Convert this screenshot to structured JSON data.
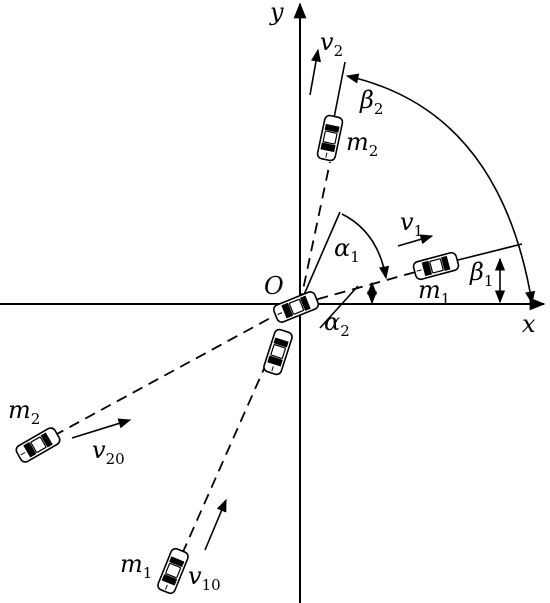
{
  "labels": {
    "x_axis": "x",
    "y_axis": "y",
    "origin": "O",
    "alpha1": {
      "sym": "α",
      "sub": "1"
    },
    "alpha2": {
      "sym": "α",
      "sub": "2"
    },
    "beta1": {
      "sym": "β",
      "sub": "1"
    },
    "beta2": {
      "sym": "β",
      "sub": "2"
    },
    "v1": {
      "sym": "v",
      "sub": "1"
    },
    "v2": {
      "sym": "v",
      "sub": "2"
    },
    "v10": {
      "sym": "v",
      "sub": "10"
    },
    "v20": {
      "sym": "v",
      "sub": "20"
    },
    "m1_after": {
      "sym": "m",
      "sub": "1"
    },
    "m2_after": {
      "sym": "m",
      "sub": "2"
    },
    "m1_before": {
      "sym": "m",
      "sub": "1"
    },
    "m2_before": {
      "sym": "m",
      "sub": "2"
    }
  }
}
